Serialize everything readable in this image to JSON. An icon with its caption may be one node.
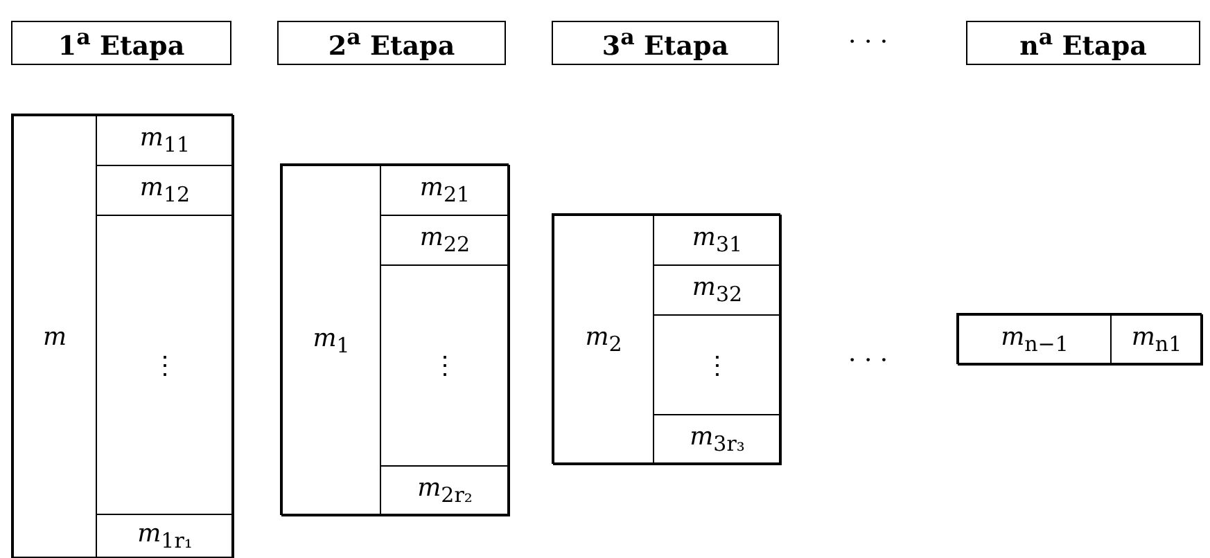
{
  "diagram": {
    "nodes": [
      {
        "text": [
          "1$^{a}$ Etapa"
        ]
      },
      {
        "text": [
          "2$^{a}$ Etapa"
        ]
      },
      {
        "text": [
          "3$^{a}$ Etapa"
        ]
      },
      {
        "text": [
          "n$^{a}$ Etapa"
        ]
      },
      {
        "text": [],
        "shape": "box"
      },
      {
        "text": [
          "*m*"
        ],
        "in": 4
      },
      {
        "text": [
          "*m*$_{11}$"
        ],
        "in": 4
      },
      {
        "text": [
          "*m*$_{12}$"
        ],
        "in": 4
      },
      {
        "text": [
          "⋮"
        ],
        "in": 4
      },
      {
        "text": [
          "*m*$_{1r₁}$"
        ],
        "in": 4
      },
      {
        "text": [],
        "shape": "box"
      },
      {
        "text": [
          "*m*$_{1}$"
        ],
        "in": 10
      },
      {
        "text": [
          "*m*$_{21}$"
        ],
        "in": 10
      },
      {
        "text": [
          "*m*$_{22}$"
        ],
        "in": 10
      },
      {
        "text": [
          "⋮"
        ],
        "in": 10
      },
      {
        "text": [
          "*m*$_{2r₂}$"
        ],
        "in": 10
      },
      {
        "text": [],
        "shape": "box"
      },
      {
        "text": [
          "*m*$_{2}$"
        ],
        "in": 16
      },
      {
        "text": [
          "*m*$_{31}$"
        ],
        "in": 16
      },
      {
        "text": [
          "*m*$_{32}$"
        ],
        "in": 16
      },
      {
        "text": [
          "⋮"
        ],
        "in": 16
      },
      {
        "text": [
          "*m*$_{3r₃}$"
        ],
        "in": 16
      },
      {
        "text": [],
        "shape": "box"
      },
      {
        "text": [
          "*m*$_{n−1}$"
        ],
        "in": 22
      },
      {
        "text": [
          "*m*$_{n1}$"
        ],
        "in": 22
      }
    ],
    "edges": [],
    "labels": [
      "· · ·",
      "· · ·"
    ]
  }
}
